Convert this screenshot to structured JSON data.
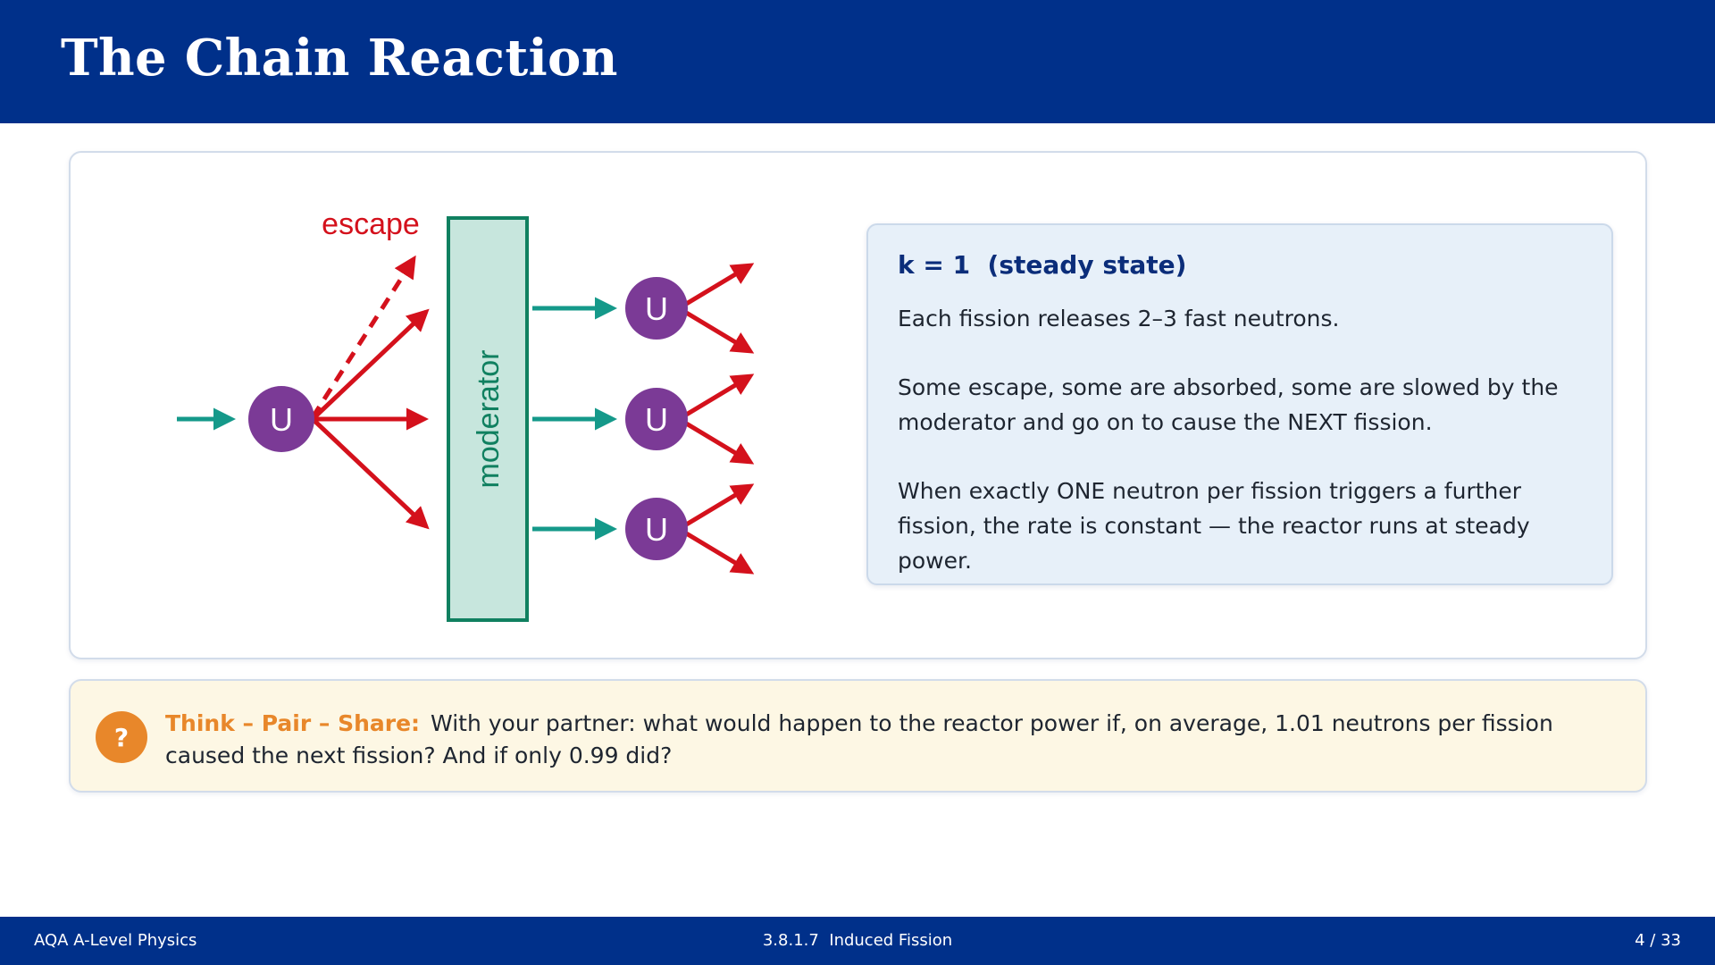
{
  "slide": {
    "title": "The Chain Reaction"
  },
  "diagram": {
    "escape_label": "escape",
    "moderator_label": "moderator",
    "nucleus_label": "U",
    "colors": {
      "neutron_slow": "#15998a",
      "neutron_fast": "#d4111c",
      "nucleus": "#7b3a96",
      "moderator_fill": "#c7e6dd",
      "moderator_stroke": "#108060"
    }
  },
  "info": {
    "heading": "k = 1  (steady state)",
    "para1": "Each fission releases 2–3 fast neutrons.",
    "para2": "Some escape, some are absorbed, some are slowed by the moderator and go on to cause the NEXT fission.",
    "para3": "When exactly ONE neutron per fission triggers a further fission, the rate is constant — the reactor runs at steady power."
  },
  "think": {
    "badge": "?",
    "label": "Think – Pair – Share:",
    "text": "With your partner: what would happen to the reactor power if, on average, 1.01 neutrons per fission caused the next fission? And if only 0.99 did?"
  },
  "footer": {
    "left": "AQA A-Level Physics",
    "center": "3.8.1.7  Induced Fission",
    "right": "4 / 33"
  }
}
